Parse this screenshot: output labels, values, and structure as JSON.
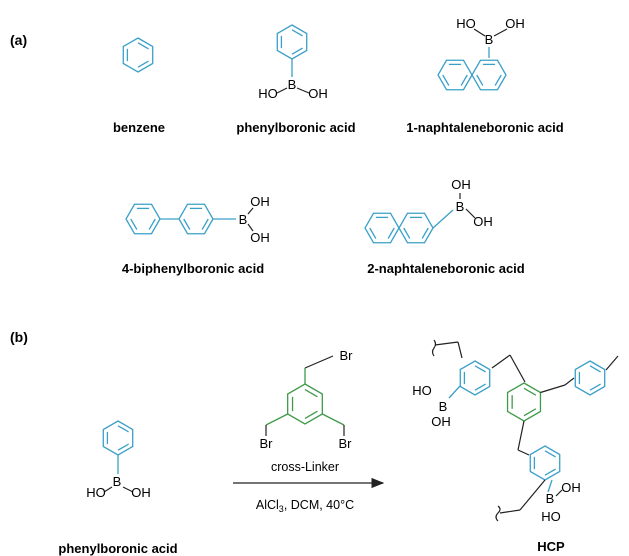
{
  "panels": {
    "a": "(a)",
    "b": "(b)"
  },
  "compounds": {
    "benzene": "benzene",
    "phenylboronic_acid": "phenylboronic acid",
    "naphthalene_1": "1-naphtaleneboronic acid",
    "biphenyl_4": "4-biphenylboronic acid",
    "naphthalene_2": "2-naphtaleneboronic acid",
    "reactant": "phenylboronic acid",
    "product": "HCP"
  },
  "atoms": {
    "boron": "B",
    "hydroxyl": "OH",
    "hydroxyl_left": "HO",
    "bromine": "Br"
  },
  "reaction": {
    "reagent_label": "cross-Linker",
    "conditions_prefix": "AlCl",
    "conditions_sub": "3",
    "conditions_suffix": ", DCM, 40°C"
  },
  "colors": {
    "aromatic": "#3aa0c8",
    "linker": "#3f9a4a",
    "bond": "#222222"
  }
}
